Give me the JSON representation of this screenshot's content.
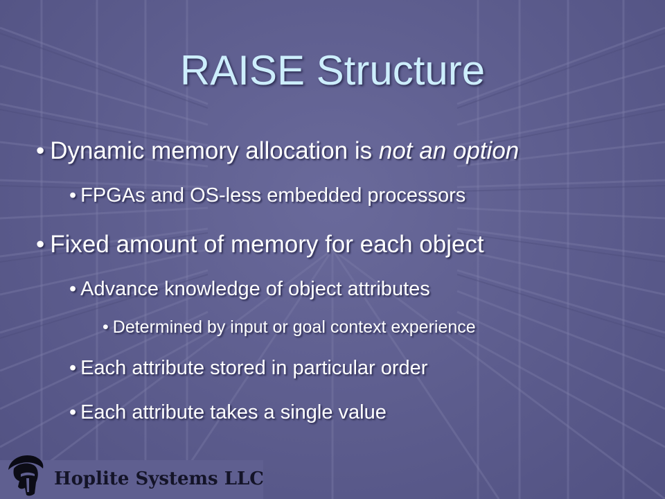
{
  "slide": {
    "title": "RAISE Structure",
    "bullets": [
      {
        "level": 1,
        "text_before": "Dynamic memory allocation is ",
        "text_italic": "not an option"
      },
      {
        "level": 2,
        "text": "FPGAs and OS-less embedded processors"
      },
      {
        "level": 1,
        "text": "Fixed amount of memory for each object"
      },
      {
        "level": 2,
        "text": "Advance knowledge of object attributes"
      },
      {
        "level": 3,
        "text": "Determined by input or goal context experience"
      },
      {
        "level": 2,
        "text": "Each attribute stored in particular order"
      },
      {
        "level": 2,
        "text": "Each attribute takes a single value"
      }
    ],
    "bullet_glyph": "•"
  },
  "footer": {
    "company": "Hoplite Systems LLC",
    "logo_icon": "spartan-helmet-icon"
  },
  "colors": {
    "background": "#5d5d8e",
    "title": "#cdeefc",
    "text": "#ffffff",
    "footer_text": "#141428"
  }
}
